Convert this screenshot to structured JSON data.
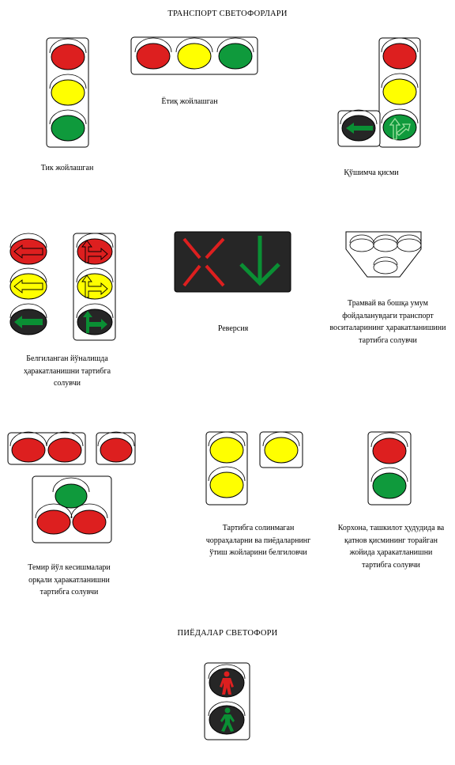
{
  "headings": {
    "transport": "ТРАНСПОРТ СВЕТОФОРЛАРИ",
    "pedestrian": "ПИЁДАЛАР СВЕТОФОРИ"
  },
  "captions": {
    "vertical": "Тик жойлашган",
    "horizontal": "Ётиқ жойлашган",
    "additional": "Қўшимча қисми",
    "directional": "Белгиланган йўналишда ҳаракатланишни тартибга солувчи",
    "reverse": "Реверсия",
    "tram": "Трамвай ва бошқа умум фойдаланувдаги транспорт воситаларининг ҳаракатланишини тартибга солувчи",
    "railway": "Темир йўл кесишмалари орқали ҳаракатланишни тартибга солувчи",
    "unregulated": "Тартибга солинмаган чорраҳаларни ва пиёдаларнинг ўтиш жойларини белгиловчи",
    "enterprise": "Корхона, ташкилот ҳудудида ва қатнов қисмининг торайган жойида ҳаракатланишни тартибга солувчи"
  },
  "colors": {
    "red": "#dd1f1f",
    "yellow": "#ffff00",
    "green": "#0f9a3c",
    "dark": "#262626",
    "arrow_green": "#0a8f34"
  }
}
